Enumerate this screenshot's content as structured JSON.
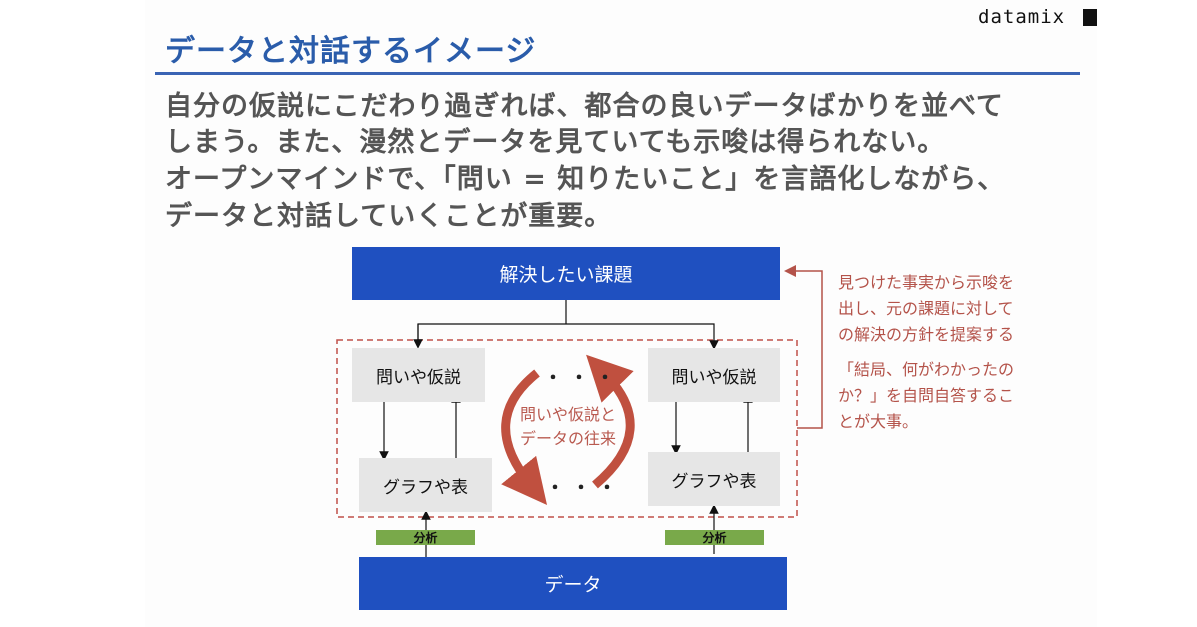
{
  "brand": {
    "logo_text": "datamix"
  },
  "slide": {
    "title": "データと対話するイメージ",
    "body_lines": [
      "自分の仮説にこだわり過ぎれば、都合の良いデータばかりを並べて",
      "しまう。また、漫然とデータを見ていても示唆は得られない。",
      "オープンマインドで、「問い = 知りたいこと」を言語化しながら、",
      "データと対話していくことが重要。"
    ]
  },
  "diagram": {
    "top_box": "解決したい課題",
    "bottom_box": "データ",
    "left": {
      "question": "問いや仮説",
      "graph": "グラフや表",
      "analysis": "分析"
    },
    "right": {
      "question": "問いや仮説",
      "graph": "グラフや表",
      "analysis": "分析"
    },
    "cycle_label_lines": [
      "問いや仮説と",
      "データの往来"
    ],
    "ellipsis": "・・・",
    "note_lines": [
      "見つけた事実から示唆を",
      "出し、元の課題に対して",
      "の解決の方針を提案する"
    ],
    "note2_lines": [
      "「結局、何がわかったの",
      "か？」を自問自答するこ",
      "とが大事。"
    ],
    "colors": {
      "blue": "#1f50c0",
      "accent": "#b4534a",
      "green": "#79a94a"
    }
  }
}
